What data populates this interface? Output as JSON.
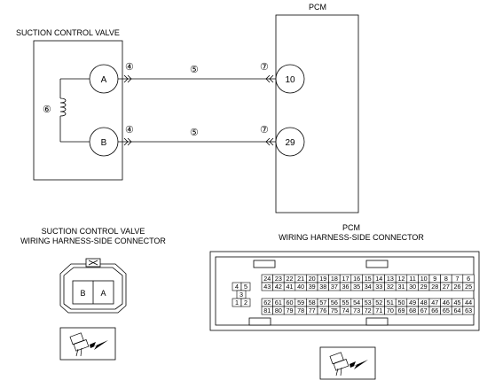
{
  "wiring": {
    "valve_title": "SUCTION CONTROL VALVE",
    "pcm_title": "PCM",
    "terminal_a": "A",
    "terminal_b": "B",
    "pcm_terminal_top": "10",
    "pcm_terminal_bottom": "29",
    "callout_4": "④",
    "callout_5": "⑤",
    "callout_6": "⑥",
    "callout_7": "⑦"
  },
  "valve_connector": {
    "title_line1": "SUCTION CONTROL VALVE",
    "title_line2": "WIRING HARNESS-SIDE CONNECTOR",
    "pin_b": "B",
    "pin_a": "A"
  },
  "pcm_connector": {
    "title_line1": "PCM",
    "title_line2": "WIRING HARNESS-SIDE CONNECTOR",
    "small_block": [
      [
        "4",
        "5"
      ],
      [
        "3"
      ],
      [
        "1",
        "2"
      ]
    ],
    "row1": [
      "24",
      "23",
      "22",
      "21",
      "20",
      "19",
      "18",
      "17",
      "16",
      "15",
      "14",
      "13",
      "12",
      "11",
      "10",
      "9",
      "8",
      "7",
      "6"
    ],
    "row2": [
      "43",
      "42",
      "41",
      "40",
      "39",
      "38",
      "37",
      "36",
      "35",
      "34",
      "33",
      "32",
      "31",
      "30",
      "29",
      "28",
      "27",
      "26",
      "25"
    ],
    "row3": [
      "62",
      "61",
      "60",
      "59",
      "58",
      "57",
      "56",
      "55",
      "54",
      "53",
      "52",
      "51",
      "50",
      "49",
      "48",
      "47",
      "46",
      "45",
      "44"
    ],
    "row4": [
      "81",
      "80",
      "79",
      "78",
      "77",
      "76",
      "75",
      "74",
      "73",
      "72",
      "71",
      "70",
      "69",
      "68",
      "67",
      "66",
      "65",
      "64",
      "63"
    ]
  }
}
